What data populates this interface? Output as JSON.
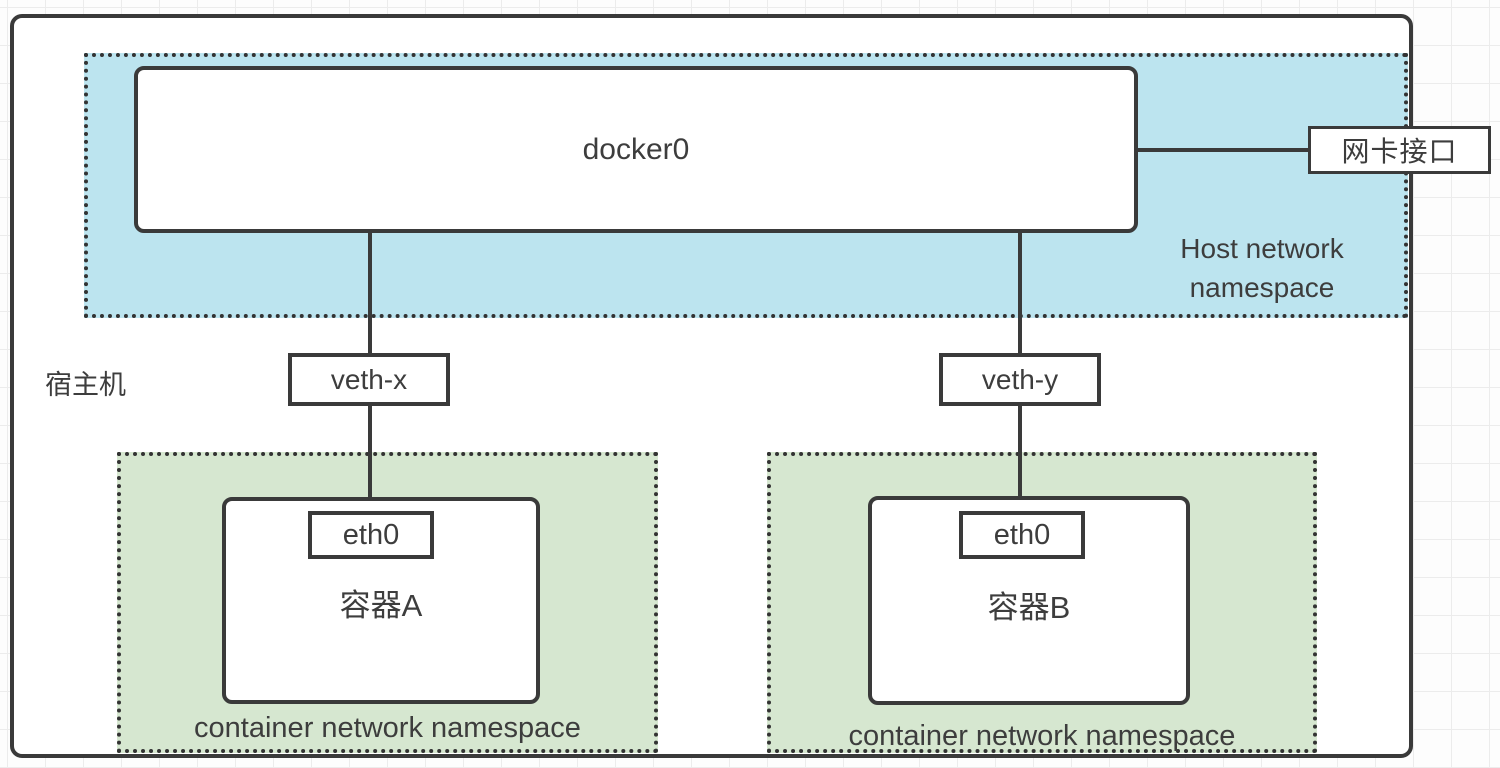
{
  "host": {
    "label": "宿主机",
    "namespace": {
      "label": "Host network namespace",
      "bridge_label": "docker0",
      "nic_label": "网卡接口"
    }
  },
  "veths": [
    {
      "label": "veth-x"
    },
    {
      "label": "veth-y"
    }
  ],
  "containers": [
    {
      "eth_label": "eth0",
      "name": "容器A",
      "namespace_label": "container network namespace"
    },
    {
      "eth_label": "eth0",
      "name": "容器B",
      "namespace_label": "container network namespace"
    }
  ],
  "colors": {
    "host_namespace_fill": "#bce4ef",
    "container_namespace_fill": "#d6e7d0",
    "stroke": "#3a3a3a",
    "grid_line": "#ececec"
  }
}
